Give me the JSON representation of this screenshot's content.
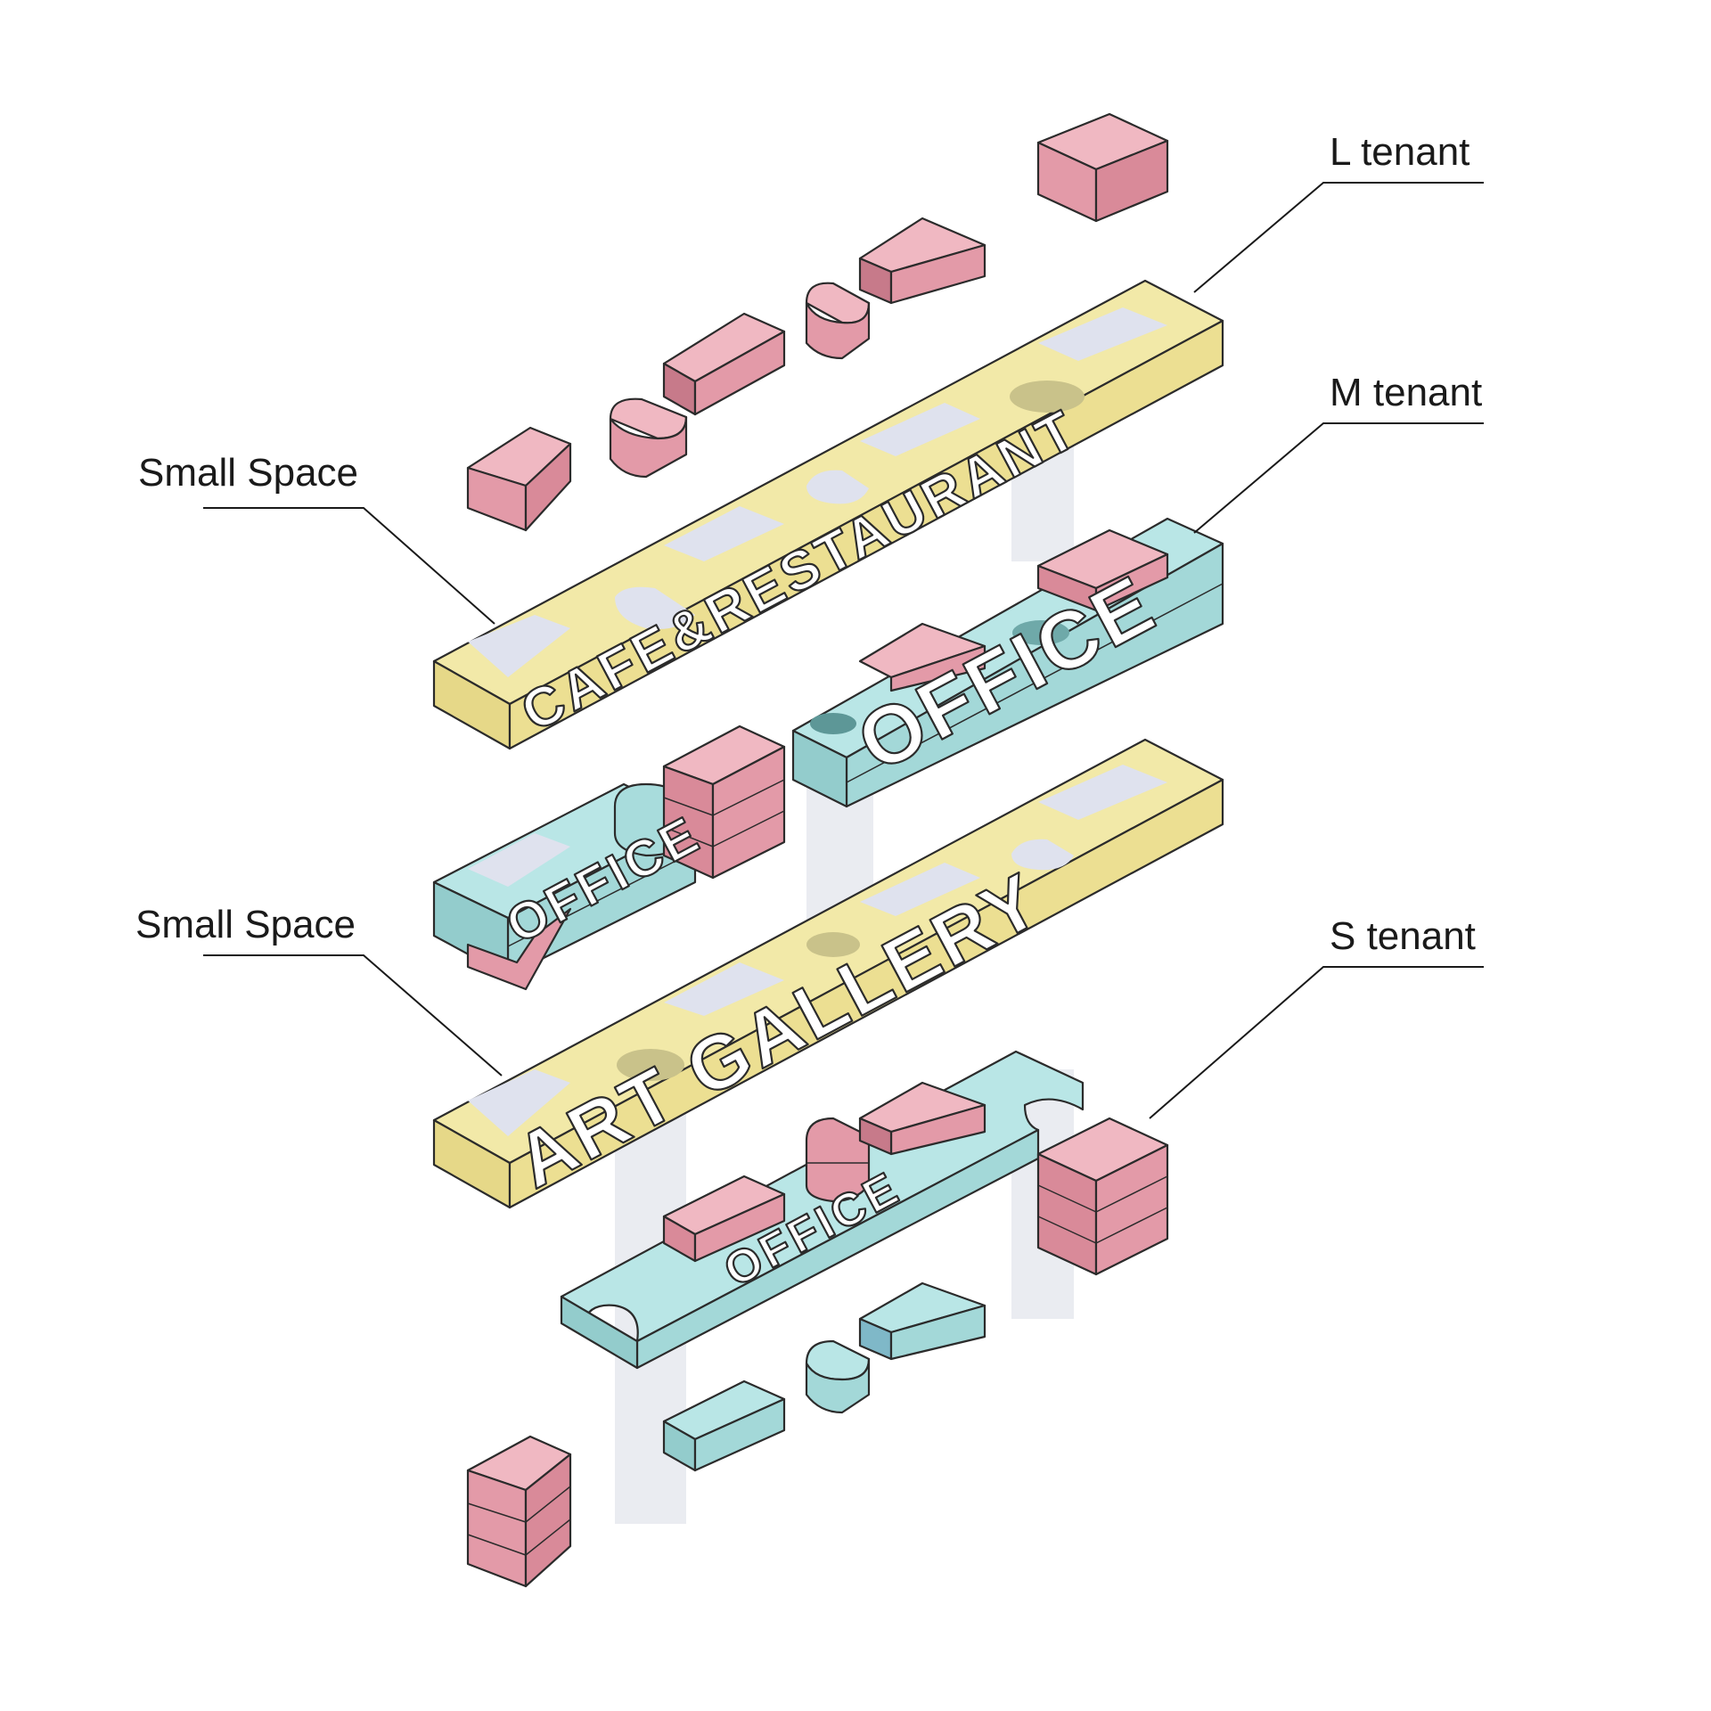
{
  "colors": {
    "tenant_pink": "#e8a3b0",
    "office_cyan": "#a8dcdc",
    "shared_yellow": "#ece08e",
    "column": "#e3e6ec"
  },
  "labels": {
    "l_tenant": "L tenant",
    "m_tenant": "M tenant",
    "s_tenant": "S tenant",
    "small_space_top": "Small Space",
    "small_space_bottom": "Small Space"
  },
  "slab_texts": {
    "cafe_restaurant": "CAFE&RESTAURANT",
    "office_m_right": "OFFICE",
    "office_m_left": "OFFICE",
    "art_gallery": "ART GALLERY",
    "office_s": "OFFICE"
  }
}
